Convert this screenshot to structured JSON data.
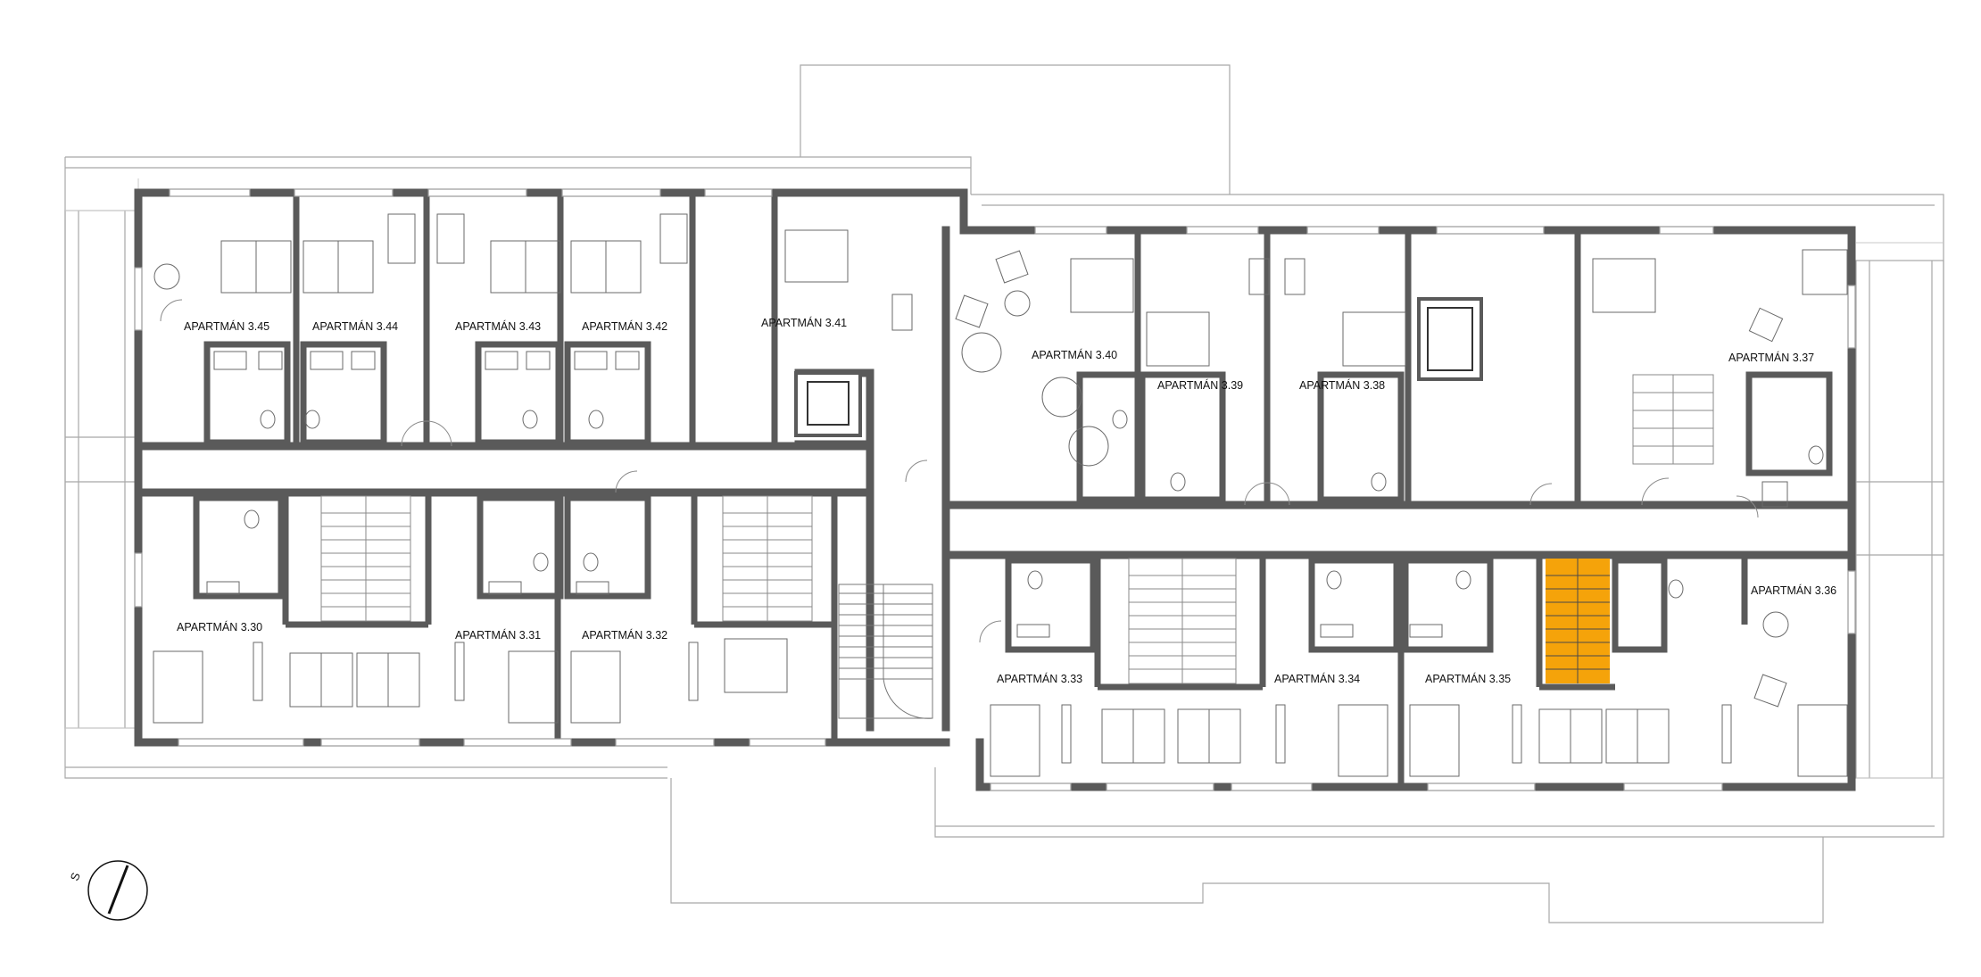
{
  "colors": {
    "wall": "#5a5a5a",
    "outline": "#9a9a9a",
    "thin": "#b5b5b5",
    "line": "#666666",
    "highlight": "#f5a30a",
    "background": "#ffffff"
  },
  "apartments": [
    {
      "id": "a345",
      "label": "APARTMÁN 3.45"
    },
    {
      "id": "a344",
      "label": "APARTMÁN 3.44"
    },
    {
      "id": "a343",
      "label": "APARTMÁN 3.43"
    },
    {
      "id": "a342",
      "label": "APARTMÁN 3.42"
    },
    {
      "id": "a341",
      "label": "APARTMÁN 3.41"
    },
    {
      "id": "a340",
      "label": "APARTMÁN 3.40"
    },
    {
      "id": "a339",
      "label": "APARTMÁN 3.39"
    },
    {
      "id": "a338",
      "label": "APARTMÁN 3.38"
    },
    {
      "id": "a337",
      "label": "APARTMÁN 3.37"
    },
    {
      "id": "a330",
      "label": "APARTMÁN 3.30"
    },
    {
      "id": "a331",
      "label": "APARTMÁN 3.31"
    },
    {
      "id": "a332",
      "label": "APARTMÁN 3.32"
    },
    {
      "id": "a333",
      "label": "APARTMÁN 3.33"
    },
    {
      "id": "a334",
      "label": "APARTMÁN 3.34"
    },
    {
      "id": "a335",
      "label": "APARTMÁN 3.35"
    },
    {
      "id": "a336",
      "label": "APARTMÁN 3.36"
    }
  ],
  "north_arrow": {
    "letter": "S",
    "icon": "north-arrow-icon"
  },
  "highlighted_stair": {
    "icon": "highlighted-staircase"
  }
}
